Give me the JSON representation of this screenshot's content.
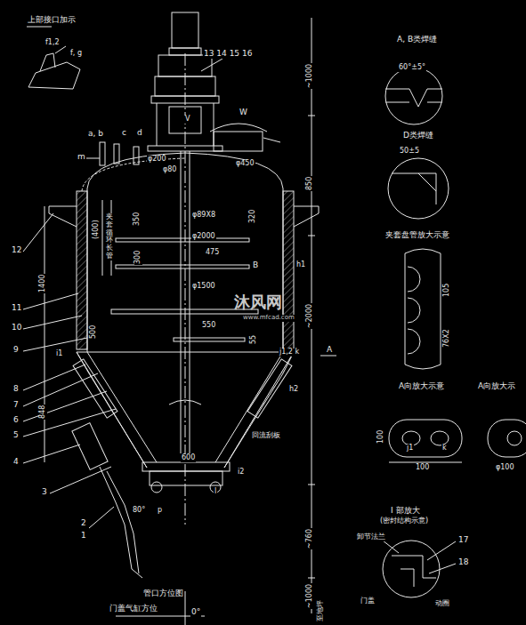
{
  "diagram": {
    "labels": [
      "上部接口加示",
      "f1,2",
      "f, g",
      "13 14 15 16",
      "W",
      "a, b",
      "c",
      "d",
      "m",
      "φ200",
      "φ80",
      "φ450",
      "~1000",
      "850",
      "~2000",
      "~760",
      "~1000",
      "至地坪",
      "350",
      "320",
      "(400)",
      "夹套循环长管",
      "φ89X8",
      "φ2000",
      "475",
      "300",
      "B",
      "h1",
      "φ1500",
      "500",
      "550",
      "55",
      "1400",
      "i1",
      "j1,2 k",
      "A",
      "h2",
      "848",
      "回流刮板",
      "600",
      "i2",
      "l",
      "p",
      "80°",
      "12",
      "11",
      "10",
      "9",
      "8",
      "7",
      "6",
      "5",
      "4",
      "3",
      "2",
      "1",
      "管口方位图",
      "门盖气缸方位",
      "0°",
      "A, B类焊缝",
      "60°±5°",
      "D类焊缝",
      "50±5",
      "夹套盘管放大示意",
      "105",
      "76X2",
      "A向放大示意",
      "100",
      "100",
      "j1",
      "k",
      "A向放大示",
      "φ100",
      "I 部放大",
      "(密封结构示意)",
      "卸节法兰",
      "17",
      "18",
      "门盖",
      "动圈",
      "沐风网",
      "www.mfcad.com",
      "V"
    ]
  }
}
